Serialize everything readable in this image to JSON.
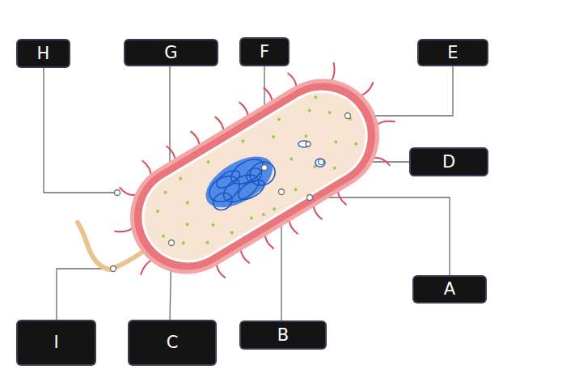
{
  "diagram": {
    "nodes": [
      {
        "text": [
          "H"
        ]
      },
      {
        "text": [
          "G"
        ]
      },
      {
        "text": [
          "F"
        ]
      },
      {
        "text": [
          "E"
        ]
      },
      {
        "text": [
          "D"
        ]
      },
      {
        "text": [
          "A"
        ]
      },
      {
        "text": [
          "I"
        ]
      },
      {
        "text": [
          "C"
        ]
      },
      {
        "text": [
          "B"
        ]
      }
    ]
  }
}
